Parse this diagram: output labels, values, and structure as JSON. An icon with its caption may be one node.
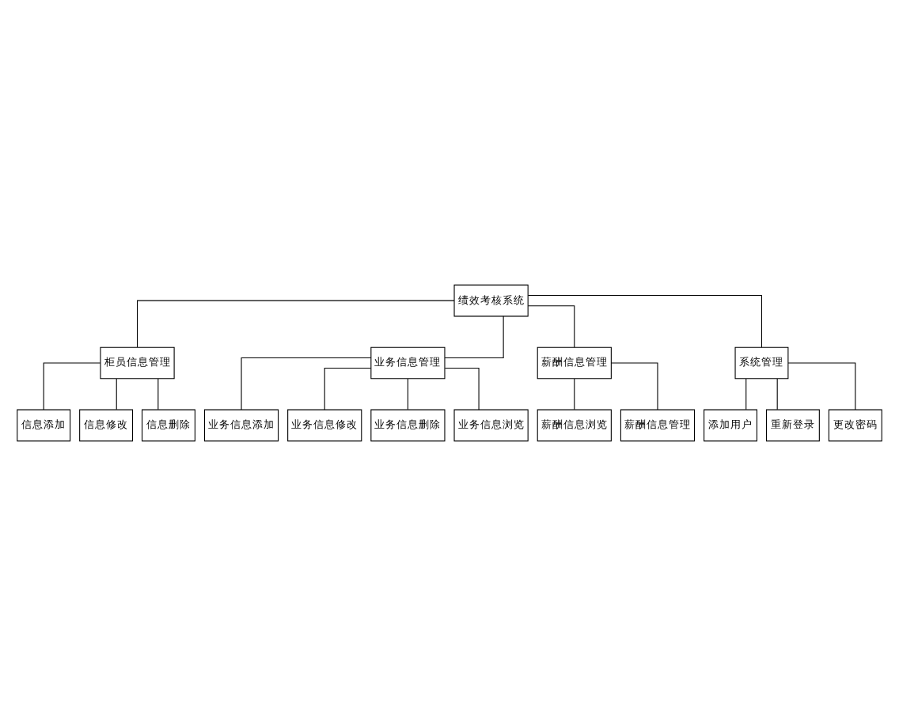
{
  "diagram": {
    "nodes": [
      {
        "text": [
          "绩效考核系统"
        ]
      },
      {
        "text": [
          "柜员信息管理"
        ]
      },
      {
        "text": [
          "业务信息管理"
        ]
      },
      {
        "text": [
          "薪酬信息管理"
        ]
      },
      {
        "text": [
          "系统管理"
        ]
      },
      {
        "text": [
          "信息添加"
        ]
      },
      {
        "text": [
          "信息修改"
        ]
      },
      {
        "text": [
          "信息删除"
        ]
      },
      {
        "text": [
          "业务信息添加"
        ]
      },
      {
        "text": [
          "业务信息修改"
        ]
      },
      {
        "text": [
          "业务信息删除"
        ]
      },
      {
        "text": [
          "业务信息浏览"
        ]
      },
      {
        "text": [
          "薪酬信息浏览"
        ]
      },
      {
        "text": [
          "薪酬信息管理"
        ]
      },
      {
        "text": [
          "添加用户"
        ]
      },
      {
        "text": [
          "重新登录"
        ]
      },
      {
        "text": [
          "更改密码"
        ]
      }
    ],
    "edges": [
      {
        "from": 0,
        "to": 1,
        "arrow": "none"
      },
      {
        "from": 0,
        "to": 2,
        "arrow": "none"
      },
      {
        "from": 0,
        "to": 3,
        "arrow": "none"
      },
      {
        "from": 0,
        "to": 4,
        "arrow": "none"
      },
      {
        "from": 1,
        "to": 5,
        "arrow": "none"
      },
      {
        "from": 1,
        "to": 6,
        "arrow": "none"
      },
      {
        "from": 1,
        "to": 7,
        "arrow": "none"
      },
      {
        "from": 2,
        "to": 8,
        "arrow": "none"
      },
      {
        "from": 2,
        "to": 9,
        "arrow": "none"
      },
      {
        "from": 2,
        "to": 10,
        "arrow": "none"
      },
      {
        "from": 2,
        "to": 11,
        "arrow": "none"
      },
      {
        "from": 3,
        "to": 12,
        "arrow": "none"
      },
      {
        "from": 3,
        "to": 13,
        "arrow": "none"
      },
      {
        "from": 4,
        "to": 14,
        "arrow": "none"
      },
      {
        "from": 4,
        "to": 15,
        "arrow": "none"
      },
      {
        "from": 4,
        "to": 16,
        "arrow": "none"
      }
    ]
  }
}
